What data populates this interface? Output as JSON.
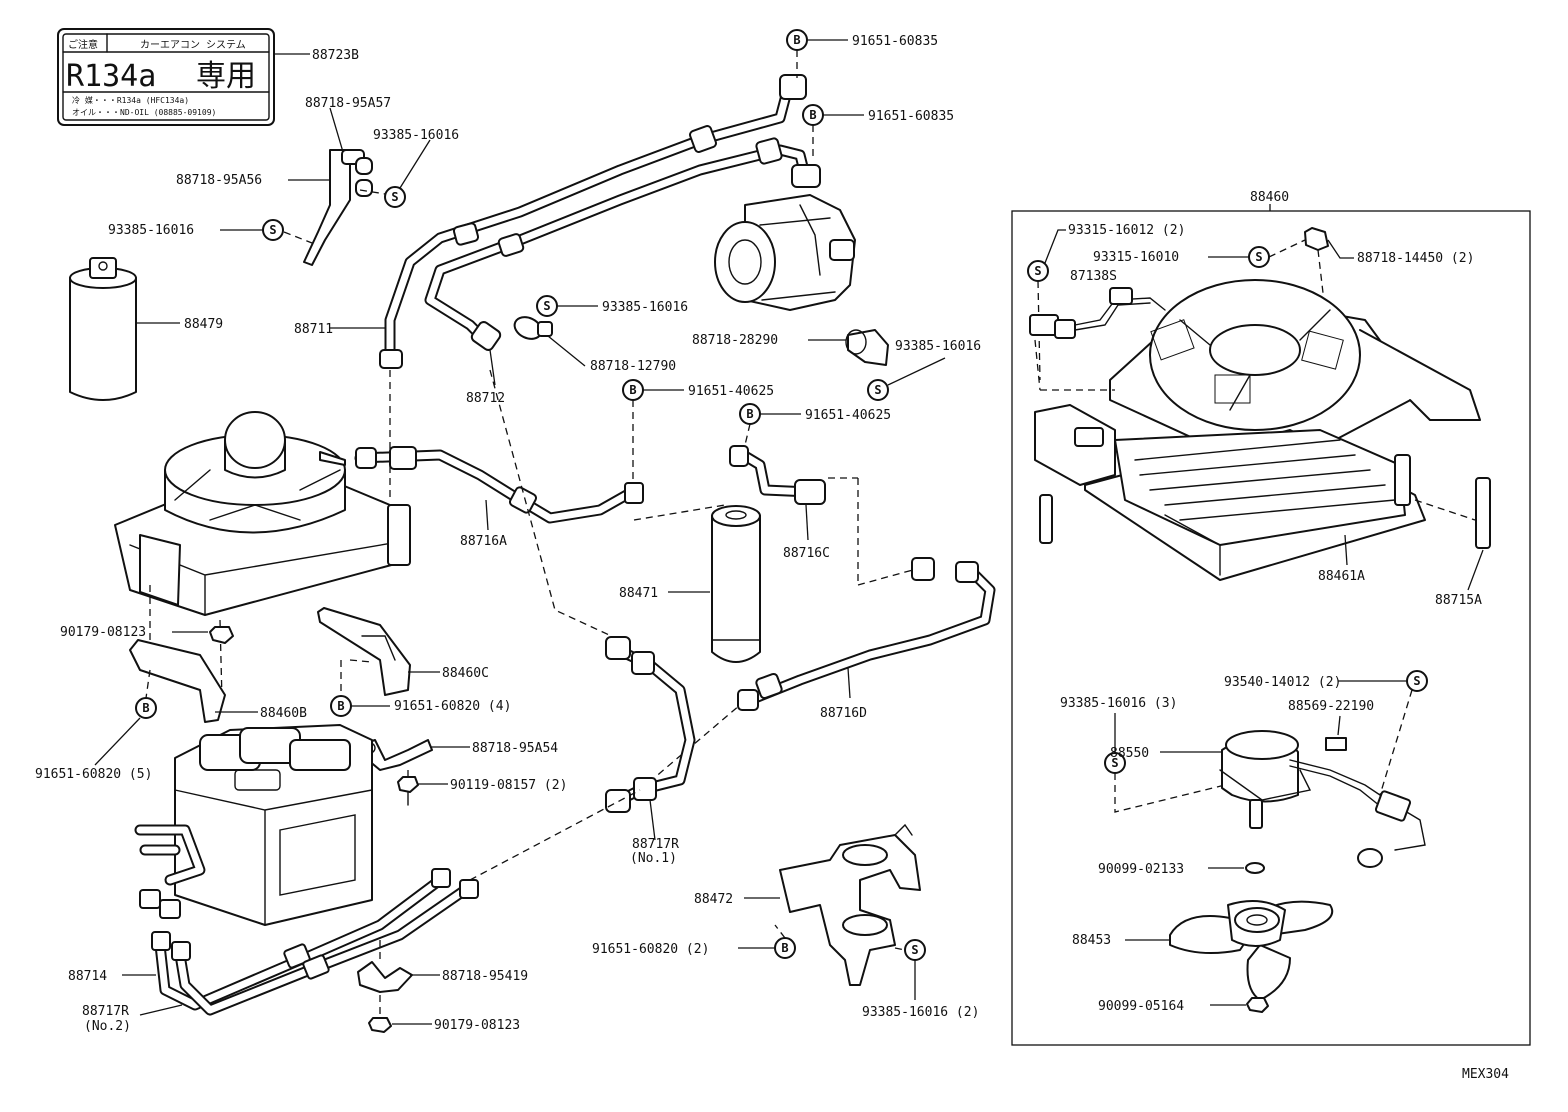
{
  "diagram_code": "MEX304",
  "refrigerant_label": {
    "caution_tag": "ご注意",
    "system_name": "カーエアコン システム",
    "refrigerant": "R134a",
    "exclusive": "専用",
    "line1": "冷 媒・・・R134a (HFC134a)",
    "line2": "オイル・・・ND-OIL (08885-09109)",
    "part_no": "88723B"
  },
  "symbols": {
    "bolt": "B",
    "screw": "S"
  },
  "part_labels": {
    "p91651_60835_a": "91651-60835",
    "p91651_60835_b": "91651-60835",
    "p88718_95A57": "88718-95A57",
    "p93385_16016_a": "93385-16016",
    "p88718_95A56": "88718-95A56",
    "p93385_16016_b": "93385-16016",
    "p88479": "88479",
    "p88711": "88711",
    "p88712": "88712",
    "p93385_16016_c": "93385-16016",
    "p88718_12790": "88718-12790",
    "p88718_28290": "88718-28290",
    "p93385_16016_d": "93385-16016",
    "p91651_40625_a": "91651-40625",
    "p91651_40625_b": "91651-40625",
    "p88716A": "88716A",
    "p88716C": "88716C",
    "p88471": "88471",
    "p90179_08123_a": "90179-08123",
    "p88460C": "88460C",
    "p88460B": "88460B",
    "p91651_60820_4": "91651-60820 (4)",
    "p91651_60820_5": "91651-60820 (5)",
    "p88716D": "88716D",
    "p88718_95A54": "88718-95A54",
    "p90119_08157_2": "90119-08157 (2)",
    "p88717R_1": "88717R",
    "p88717R_1_no": "(No.1)",
    "p88472": "88472",
    "p91651_60820_2": "91651-60820 (2)",
    "p93385_16016_2": "93385-16016 (2)",
    "p88714": "88714",
    "p88717R_2": "88717R",
    "p88717R_2_no": "(No.2)",
    "p88718_95419": "88718-95419",
    "p90179_08123_b": "90179-08123",
    "p88460": "88460",
    "p93315_16012_2": "93315-16012 (2)",
    "p93315_16010": "93315-16010",
    "p88718_14450_2": "88718-14450 (2)",
    "p87138S": "87138S",
    "p88461A": "88461A",
    "p88715A": "88715A",
    "p93540_14012_2": "93540-14012 (2)",
    "p93385_16016_3": "93385-16016 (3)",
    "p88569_22190": "88569-22190",
    "p88550": "88550",
    "p90099_02133": "90099-02133",
    "p88453": "88453",
    "p90099_05164": "90099-05164"
  }
}
